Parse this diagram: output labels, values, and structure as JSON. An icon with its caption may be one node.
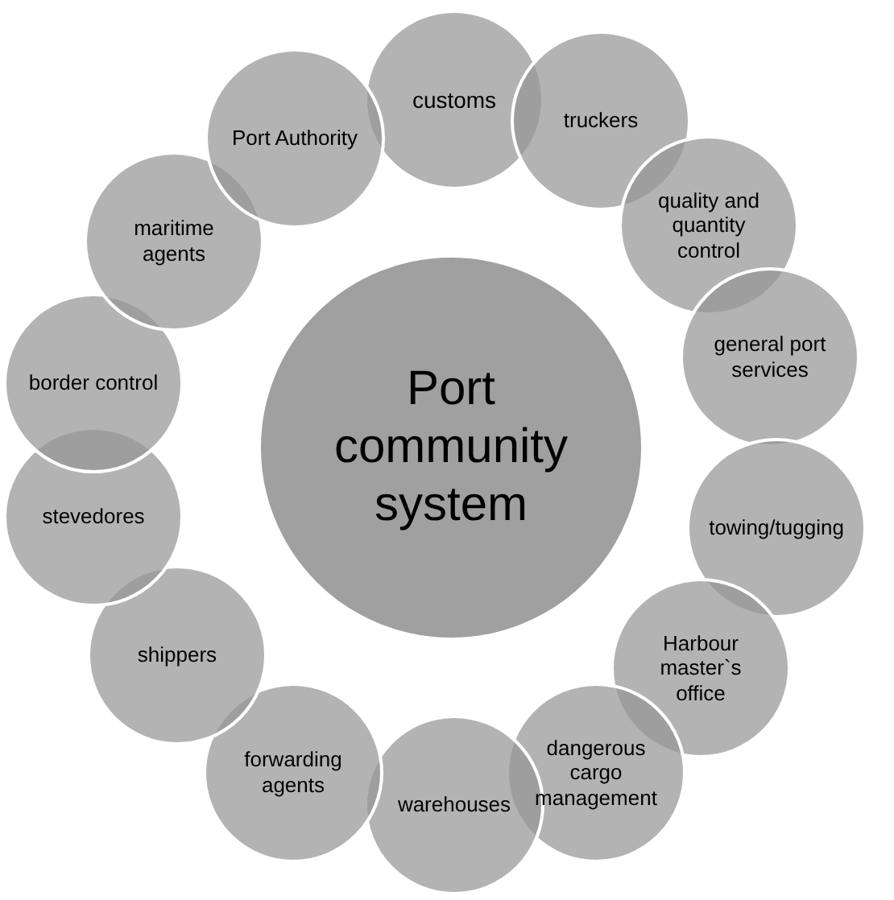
{
  "diagram": {
    "nodes": [
      {
        "text": [
          "Port community system"
        ]
      },
      {
        "text": [
          "customs"
        ]
      },
      {
        "text": [
          "truckers"
        ]
      },
      {
        "text": [
          "quality and quantity control"
        ]
      },
      {
        "text": [
          "general port services"
        ]
      },
      {
        "text": [
          "towing/tugging"
        ]
      },
      {
        "text": [
          "Harbour master`s office"
        ]
      },
      {
        "text": [
          "dangerous cargo management"
        ]
      },
      {
        "text": [
          "warehouses"
        ]
      },
      {
        "text": [
          "forwarding agents"
        ]
      },
      {
        "text": [
          "shippers"
        ]
      },
      {
        "text": [
          "stevedores"
        ]
      },
      {
        "text": [
          "border control"
        ]
      },
      {
        "text": [
          "maritime agents"
        ]
      },
      {
        "text": [
          "Port Authority"
        ]
      }
    ]
  }
}
